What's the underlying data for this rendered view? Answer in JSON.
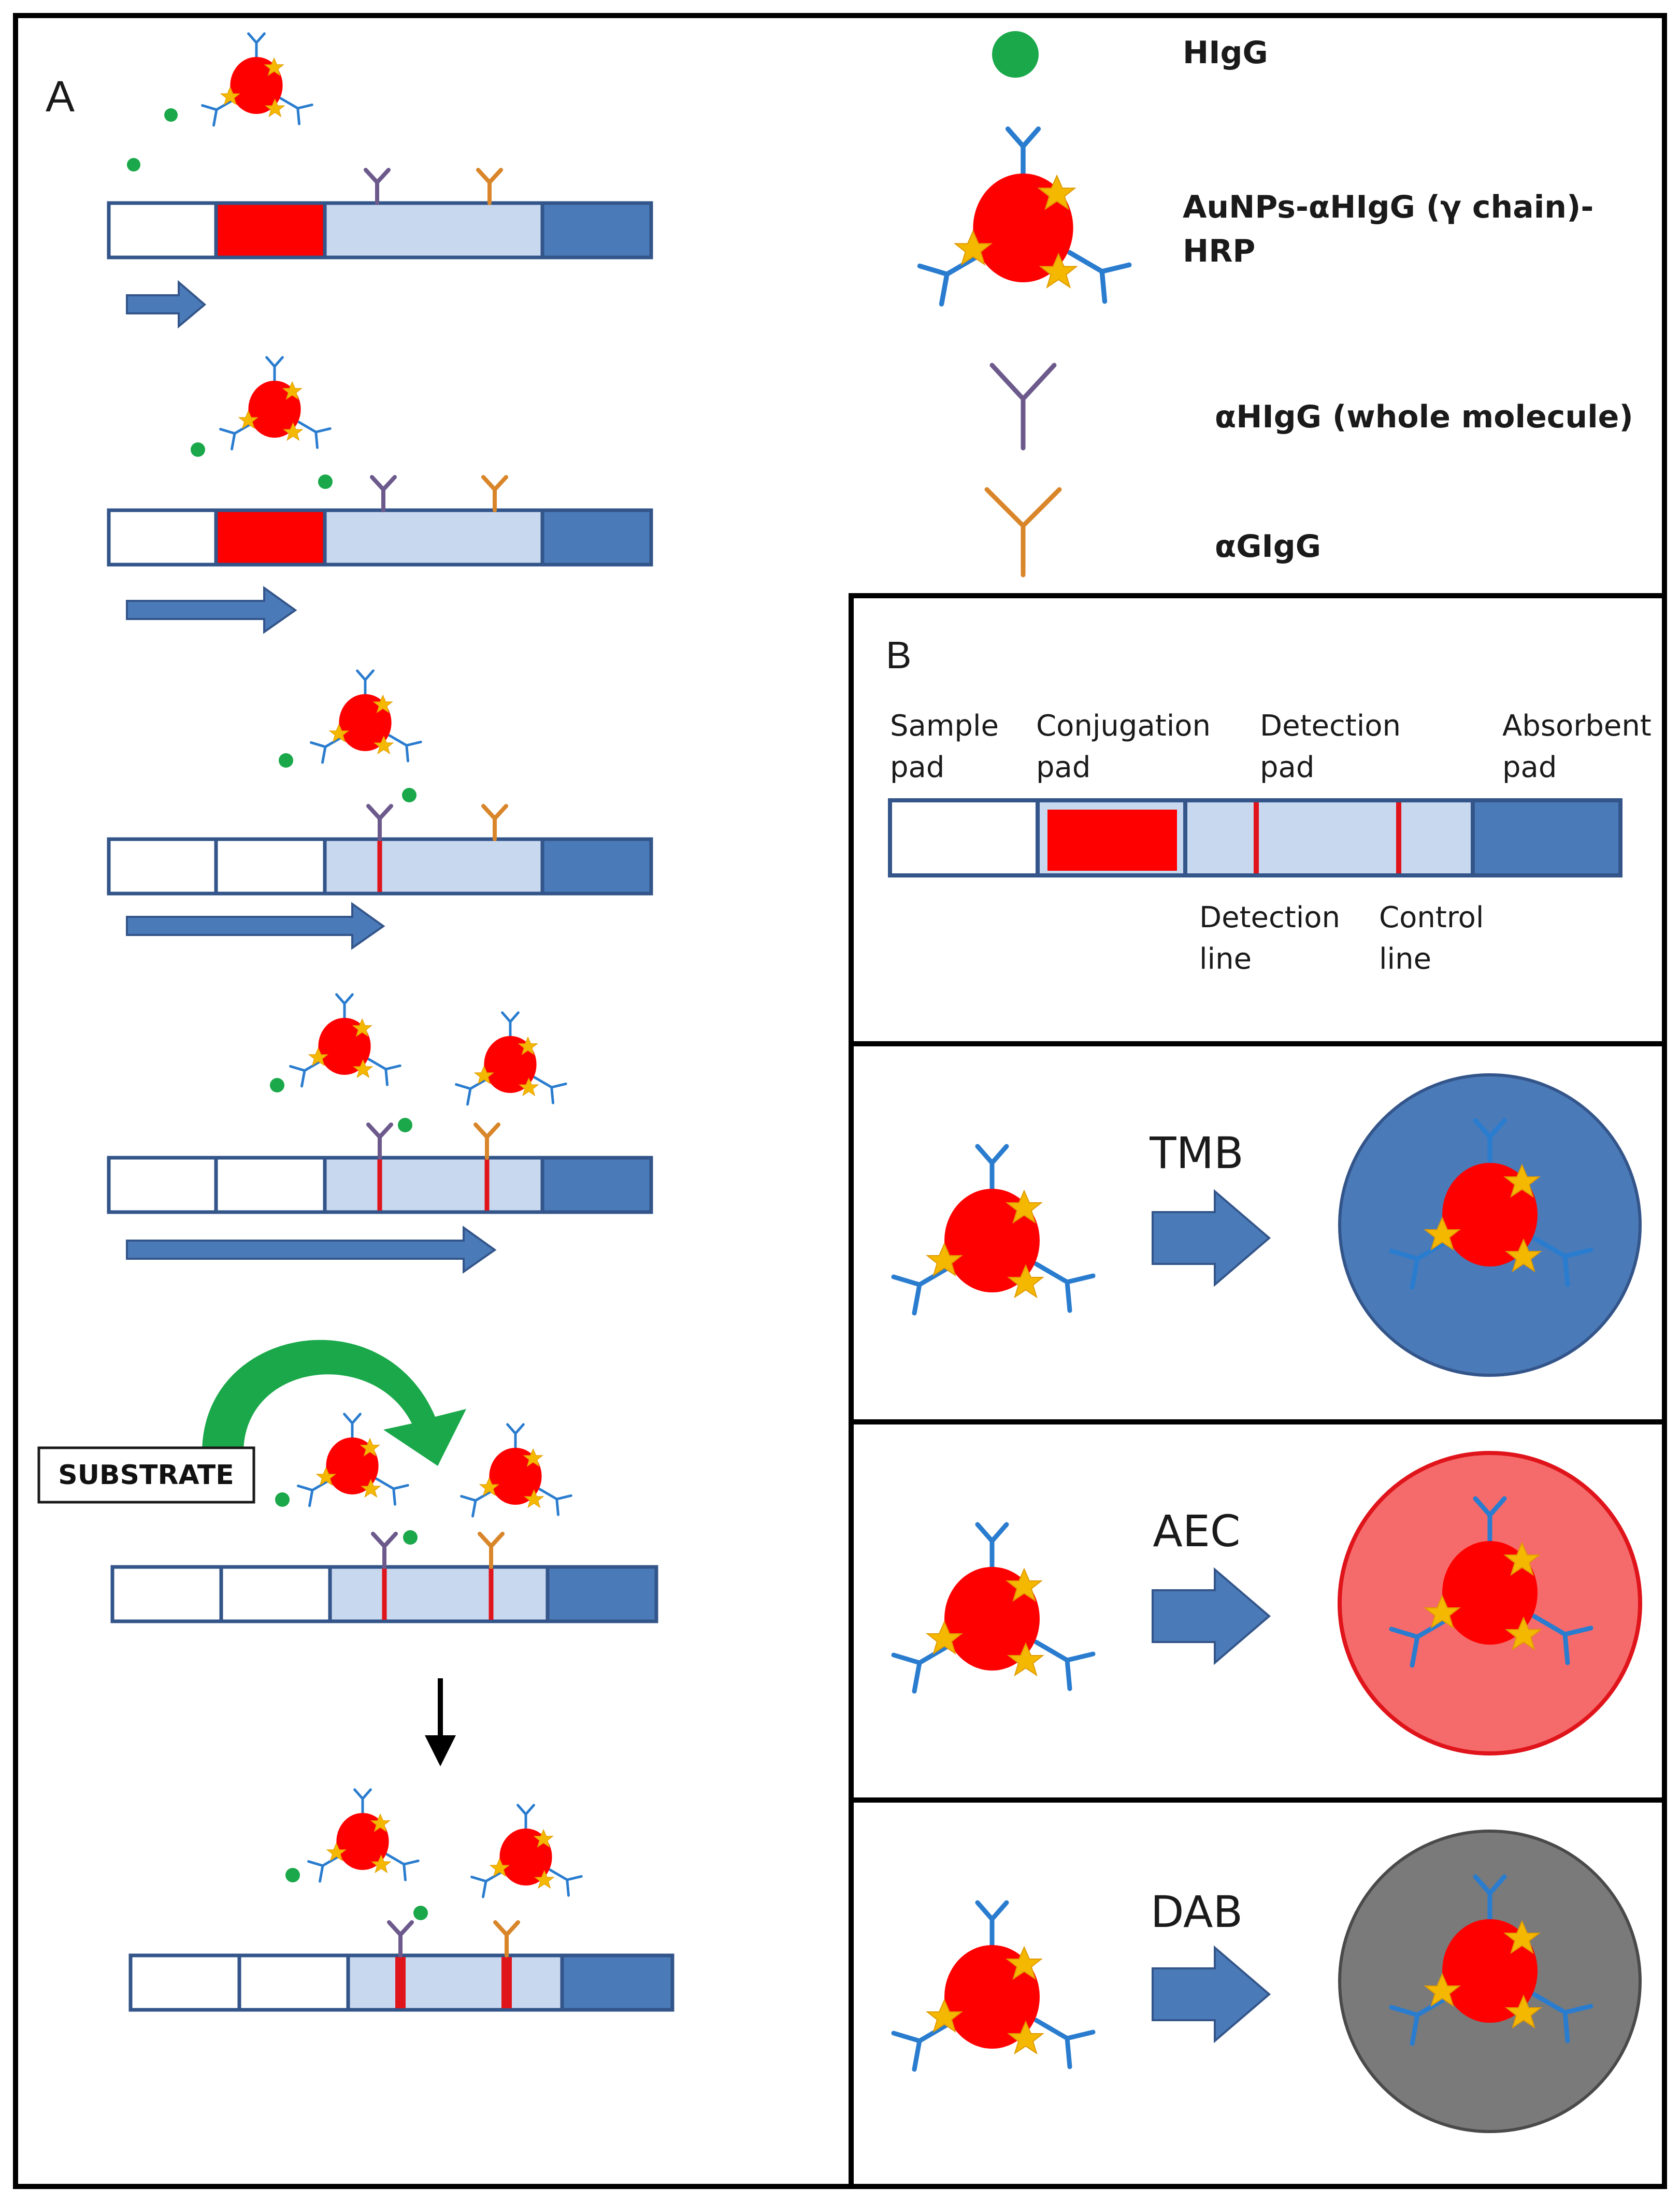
{
  "panel_a": {
    "letter": "A",
    "substrate_label": "SUBSTRATE"
  },
  "legend": {
    "hlgg": "HIgG",
    "conjugate_line1": "AuNPs-αHIgG (γ chain)-",
    "conjugate_line2": "HRP",
    "ahlgg": "αHIgG (whole molecule)",
    "aglgg": "αGIgG"
  },
  "panel_b": {
    "letter": "B",
    "sample_pad": [
      "Sample",
      "pad"
    ],
    "conjugation_pad": [
      "Conjugation",
      "pad"
    ],
    "detection_pad": [
      "Detection",
      "pad"
    ],
    "absorbent_pad": [
      "Absorbent",
      "pad"
    ],
    "detection_line": [
      "Detection",
      "line"
    ],
    "control_line": [
      "Control",
      "line"
    ]
  },
  "substrates": [
    {
      "name": "TMB",
      "fill": "#4a7ab8",
      "stroke": "#33558a"
    },
    {
      "name": "AEC",
      "fill": "#f56b6b",
      "stroke": "#e0141b"
    },
    {
      "name": "DAB",
      "fill": "#7a7a7a",
      "stroke": "#4a4a4a"
    }
  ],
  "colors": {
    "gold_particle": "#ff0000",
    "antibody": "#2a7ccf",
    "star": "#f5b800",
    "hlgg_dot": "#1aa84a",
    "capture_ab": "#6d5a8c",
    "control_ab": "#d9862a",
    "sample_dots": "#1aa84a",
    "strip_pad": "#c8d8ef",
    "absorbent": "#4a7ab8",
    "flow_arrow": "#4a7ab8",
    "curved_arrow": "#1aa84a"
  }
}
